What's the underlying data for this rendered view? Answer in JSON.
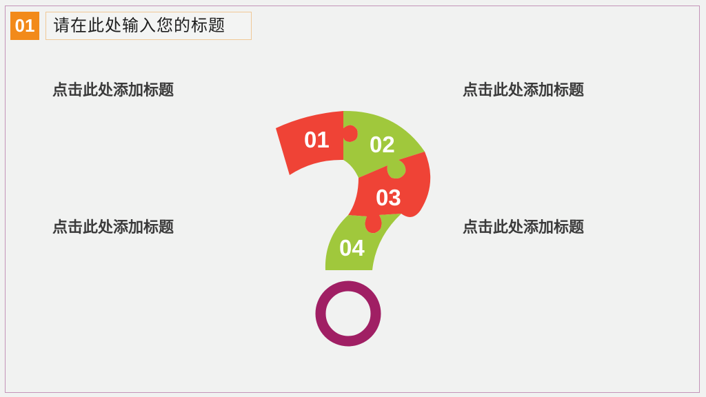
{
  "header": {
    "badge_number": "01",
    "title": "请在此处输入您的标题"
  },
  "subtitles": [
    {
      "label": "点击此处添加标题",
      "position": "top-left"
    },
    {
      "label": "点击此处添加标题",
      "position": "top-right"
    },
    {
      "label": "点击此处添加标题",
      "position": "bottom-left"
    },
    {
      "label": "点击此处添加标题",
      "position": "bottom-right"
    }
  ],
  "question_mark": {
    "pieces": [
      {
        "number": "01",
        "color": "#ef4336"
      },
      {
        "number": "02",
        "color": "#a0c83c"
      },
      {
        "number": "03",
        "color": "#ef4336"
      },
      {
        "number": "04",
        "color": "#a0c83c"
      }
    ],
    "dot_icon": "ring-icon",
    "dot_color": "#a01f64"
  },
  "colors": {
    "background": "#f1f2f1",
    "frame_border": "#c393b8",
    "badge": "#f28a1a",
    "title_border": "#f0c896",
    "text_dark": "#3a3a3a"
  }
}
